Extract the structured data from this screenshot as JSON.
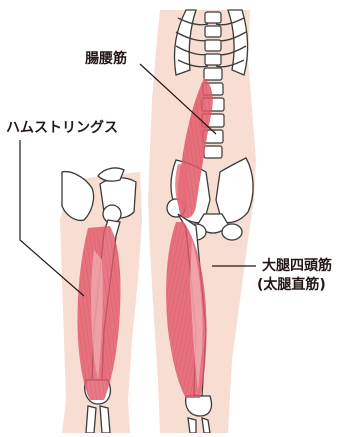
{
  "labels": {
    "psoas": "腸腰筋",
    "hamstrings": "ハムストリングス",
    "quadriceps": "大腿四頭筋",
    "quadriceps_sub": "(太腿直筋)"
  },
  "colors": {
    "muscle": "#e25a6a",
    "muscle_light": "#f3b7b8",
    "skin": "#f7ddd2",
    "bone_fill": "#ffffff",
    "bone_stroke": "#3a3a3a",
    "leader_line": "#231815"
  }
}
